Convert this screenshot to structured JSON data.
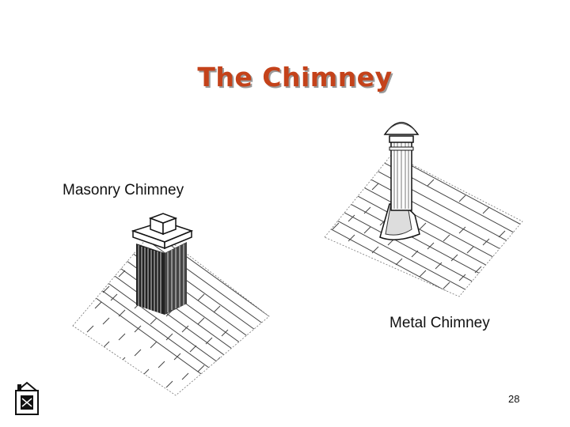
{
  "slide": {
    "title": "The Chimney",
    "masonry_label": "Masonry Chimney",
    "metal_label": "Metal Chimney",
    "page_number": "28"
  },
  "icons": {
    "masonry": "masonry-chimney-illustration",
    "metal": "metal-chimney-illustration",
    "corner": "house-logo-icon"
  }
}
